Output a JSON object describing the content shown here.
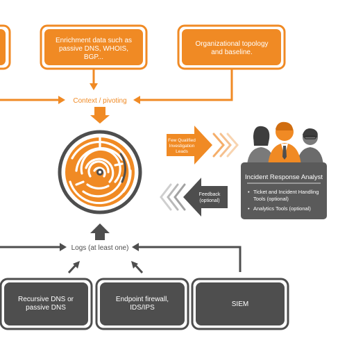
{
  "top_boxes": {
    "enrichment_line1": "Enrichment data such as",
    "enrichment_line2": "passive DNS, WHOIS,",
    "enrichment_line3": "BGP...",
    "topology_line1": "Organizational topology",
    "topology_line2": "and baseline."
  },
  "context_label": "Context / pivoting",
  "leads_label": {
    "line1": "Few Qualified",
    "line2": "Investigation",
    "line3": "Leads"
  },
  "feedback_label": {
    "line1": "Feedback",
    "line2": "(optional)"
  },
  "analyst_panel": {
    "title": "Incident Response Analyst",
    "item1_line1": "Ticket and Incident Handling",
    "item1_line2": "Tools (optional)",
    "item2_line1": "Analytics Tools (optional)",
    "bullet": "•"
  },
  "logs_label": "Logs (at least one)",
  "bottom_boxes": {
    "dns_line1": "Recursive DNS or",
    "dns_line2": "passive DNS",
    "firewall_line1": "Endpoint firewall,",
    "firewall_line2": "IDS/IPS",
    "siem": "SIEM"
  },
  "colors": {
    "orange": "#f08a24",
    "dark_gray": "#4e4e4e",
    "light_gray": "#b9b9b9",
    "panel_gray": "#5a5a5a"
  }
}
